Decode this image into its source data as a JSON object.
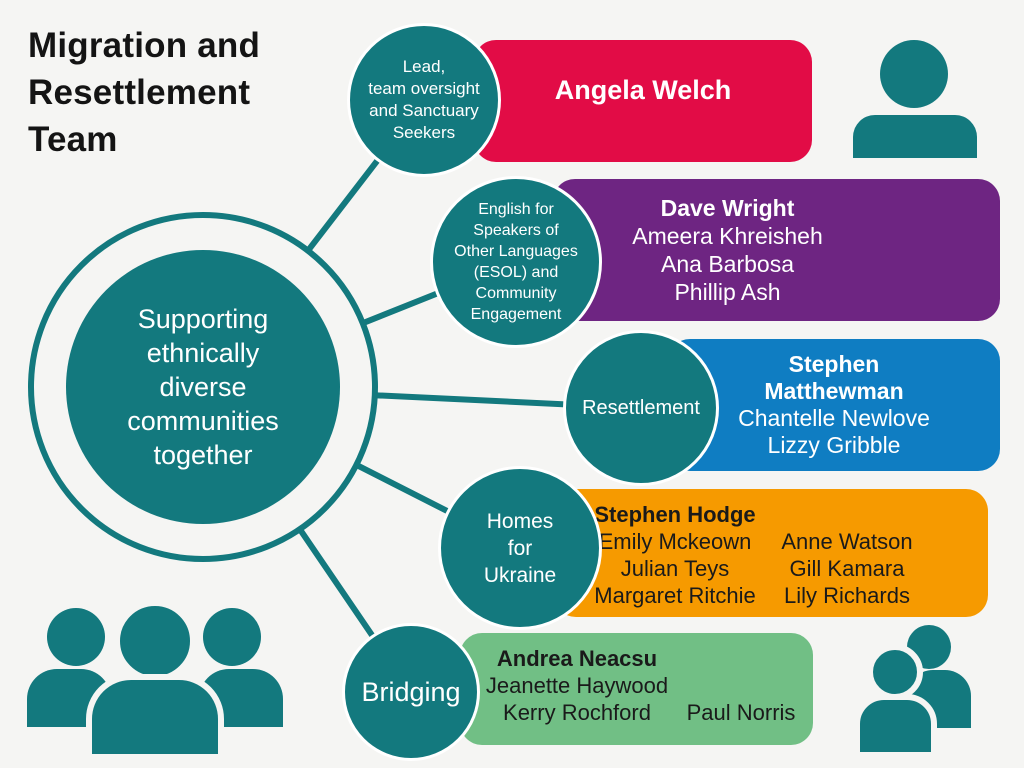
{
  "title": {
    "line1": "Migration and",
    "line2": "Resettlement",
    "line3": "Team"
  },
  "hub": {
    "line1": "Supporting",
    "line2": "ethnically",
    "line3": "diverse",
    "line4": "communities",
    "line5": "together"
  },
  "branches": {
    "lead": {
      "circle": {
        "line1": "Lead,",
        "line2": "team oversight",
        "line3": "and Sanctuary",
        "line4": "Seekers"
      },
      "box": {
        "lead_name": "Angela Welch"
      }
    },
    "esol": {
      "circle": {
        "line1": "English for",
        "line2": "Speakers of",
        "line3": "Other Languages",
        "line4": "(ESOL) and",
        "line5": "Community",
        "line6": "Engagement"
      },
      "box": {
        "lead_name": "Dave Wright",
        "member1": "Ameera Khreisheh",
        "member2": "Ana Barbosa",
        "member3": "Phillip Ash"
      }
    },
    "resettlement": {
      "circle": {
        "line1": "Resettlement"
      },
      "box": {
        "lead_line1": "Stephen",
        "lead_line2": "Matthewman",
        "member1": "Chantelle Newlove",
        "member2": "Lizzy Gribble"
      }
    },
    "homes": {
      "circle": {
        "line1": "Homes",
        "line2": "for",
        "line3": "Ukraine"
      },
      "box": {
        "lead_name": "Stephen Hodge",
        "col1": [
          "Emily Mckeown",
          "Julian Teys",
          "Margaret Ritchie"
        ],
        "col2": [
          "Anne Watson",
          "Gill Kamara",
          "Lily Richards"
        ]
      }
    },
    "bridging": {
      "circle": {
        "line1": "Bridging"
      },
      "box": {
        "lead_name": "Andrea Neacsu",
        "member1": "Jeanette Haywood",
        "member2": "Kerry Rochford",
        "member3": "Paul Norris"
      }
    }
  },
  "icons": {
    "top_right": "single-person-icon",
    "bottom_left": "three-people-group-icon",
    "bottom_right": "two-people-icon"
  },
  "colors": {
    "background": "#f5f5f3",
    "teal": "#13797e",
    "red": "#e20c46",
    "purple": "#6e2582",
    "blue": "#0f7dc2",
    "orange": "#f69a00",
    "green": "#71bf85",
    "title_text": "#141414",
    "dark_text": "#1a1a1a",
    "light_text": "#ffffff"
  }
}
